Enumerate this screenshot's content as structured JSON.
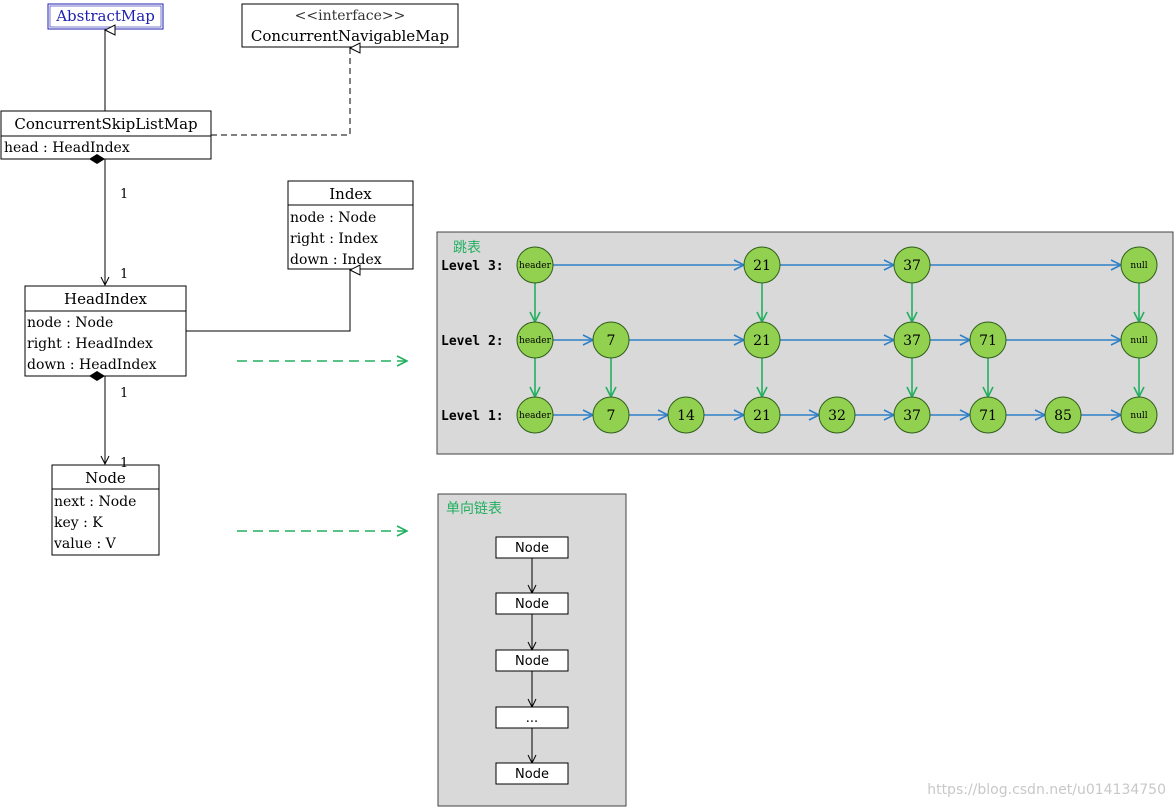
{
  "uml": {
    "abstract_map": "AbstractMap",
    "interface_stereotype": "<<interface>>",
    "interface_name": "ConcurrentNavigableMap",
    "skiplist_map": {
      "name": "ConcurrentSkipListMap",
      "fields": [
        "head : HeadIndex"
      ]
    },
    "index": {
      "name": "Index",
      "fields": [
        "node : Node",
        "right : Index",
        "down : Index"
      ]
    },
    "head_index": {
      "name": "HeadIndex",
      "fields": [
        "node : Node",
        "right : HeadIndex",
        "down : HeadIndex"
      ]
    },
    "node": {
      "name": "Node",
      "fields": [
        "next : Node",
        "key : K",
        "value : V"
      ]
    },
    "multiplicity": {
      "map_src": "1",
      "map_dst": "1",
      "head_src": "1",
      "head_dst": "1"
    }
  },
  "skiplist_panel": {
    "title": "跳表",
    "levels": [
      {
        "label": "Level 3:",
        "nodes": [
          {
            "col": 0,
            "label": "header"
          },
          {
            "col": 3,
            "label": "21"
          },
          {
            "col": 5,
            "label": "37"
          },
          {
            "col": 8,
            "label": "null"
          }
        ]
      },
      {
        "label": "Level 2:",
        "nodes": [
          {
            "col": 0,
            "label": "header"
          },
          {
            "col": 1,
            "label": "7"
          },
          {
            "col": 3,
            "label": "21"
          },
          {
            "col": 5,
            "label": "37"
          },
          {
            "col": 6,
            "label": "71"
          },
          {
            "col": 8,
            "label": "null"
          }
        ]
      },
      {
        "label": "Level 1:",
        "nodes": [
          {
            "col": 0,
            "label": "header"
          },
          {
            "col": 1,
            "label": "7"
          },
          {
            "col": 2,
            "label": "14"
          },
          {
            "col": 3,
            "label": "21"
          },
          {
            "col": 4,
            "label": "32"
          },
          {
            "col": 5,
            "label": "37"
          },
          {
            "col": 6,
            "label": "71"
          },
          {
            "col": 7,
            "label": "85"
          },
          {
            "col": 8,
            "label": "null"
          }
        ]
      }
    ]
  },
  "linkedlist_panel": {
    "title": "单向链表",
    "nodes": [
      "Node",
      "Node",
      "Node",
      "...",
      "Node"
    ]
  },
  "watermark": "https://blog.csdn.net/u014134750",
  "colors": {
    "node_fill": "#92d050",
    "node_stroke": "#2e5e1a",
    "horizontal_arrow": "#2f80c8",
    "vertical_arrow": "#22b060",
    "dashed_arrow": "#22b060",
    "panel_fill": "#d9d9d9",
    "panel_title": "#22b060",
    "abstract_text": "#1f1fb0"
  }
}
